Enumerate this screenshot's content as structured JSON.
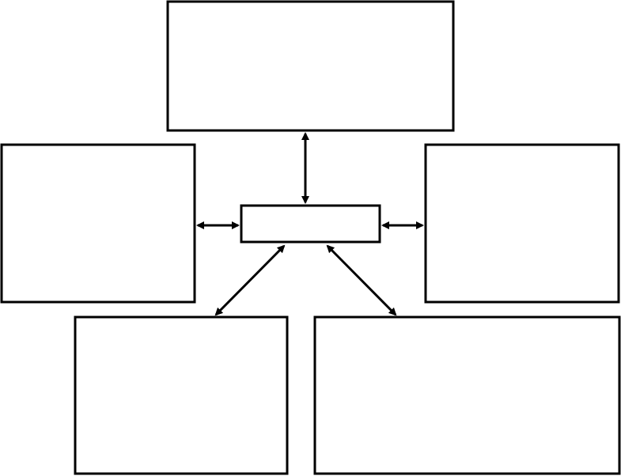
{
  "diagram": {
    "background": "#ffffff",
    "stroke_color": "#000000",
    "boxes": [
      {
        "id": "top",
        "label": ""
      },
      {
        "id": "left",
        "label": ""
      },
      {
        "id": "right",
        "label": ""
      },
      {
        "id": "center",
        "label": ""
      },
      {
        "id": "bottom-left",
        "label": ""
      },
      {
        "id": "bottom-right",
        "label": ""
      }
    ],
    "connectors": [
      {
        "from": "center",
        "to": "top",
        "style": "double-arrow"
      },
      {
        "from": "center",
        "to": "left",
        "style": "double-arrow"
      },
      {
        "from": "center",
        "to": "right",
        "style": "double-arrow"
      },
      {
        "from": "center",
        "to": "bottom-left",
        "style": "double-arrow"
      },
      {
        "from": "center",
        "to": "bottom-right",
        "style": "double-arrow"
      }
    ]
  }
}
